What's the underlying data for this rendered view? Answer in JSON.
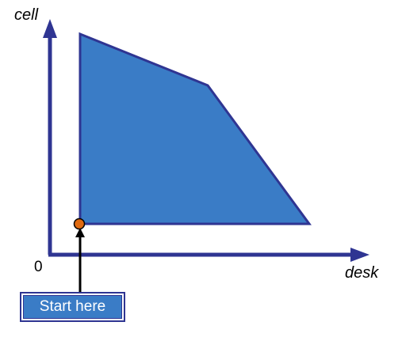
{
  "labels": {
    "y_axis": "cell",
    "x_axis": "desk",
    "origin": "0",
    "start_button": "Start here"
  },
  "colors": {
    "axis": "#2f3592",
    "region_fill": "#3a7cc6",
    "region_stroke": "#2f3592",
    "start_point": "#e06a10",
    "pointer_line": "#000000"
  }
}
